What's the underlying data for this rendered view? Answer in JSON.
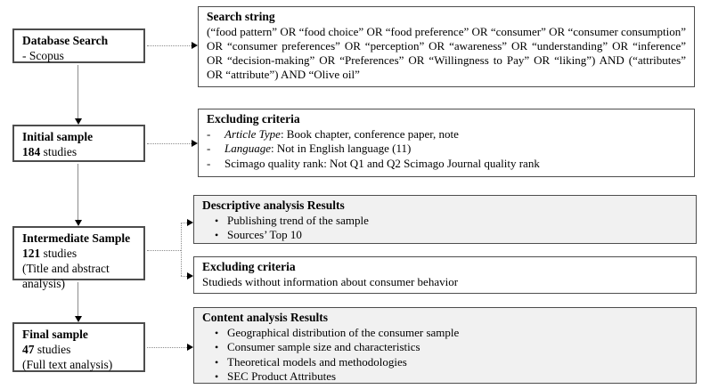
{
  "icons": {
    "bullet": "•",
    "dash": "-"
  },
  "colors": {
    "box_border": "#4d4d4d",
    "gray_fill": "#f1f1f1",
    "white_fill": "#ffffff",
    "connector": "#8c8c8c",
    "arrow": "#000000"
  },
  "left_column": {
    "database_search": {
      "title": "Database Search",
      "line2": "- Scopus"
    },
    "initial_sample": {
      "title": "Initial sample",
      "count": "184",
      "suffix": " studies"
    },
    "intermediate_sample": {
      "title": "Intermediate Sample",
      "count": "121",
      "suffix": " studies",
      "line3": "(Title and abstract analysis)"
    },
    "final_sample": {
      "title": "Final sample",
      "count": "47",
      "suffix": " studies",
      "line3": "(Full text analysis)"
    }
  },
  "right_column": {
    "search_string": {
      "title": "Search string",
      "body": "(“food pattern” OR “food choice” OR “food preference” OR “consumer” OR “consumer consumption” OR “consumer preferences” OR “perception” OR “awareness” OR “understanding” OR “inference” OR “decision-making” OR “Preferences” OR “Willingness to Pay” OR “liking”) AND (“attributes” OR “attribute”) AND “Olive oil”"
    },
    "excluding_criteria_1": {
      "title": "Excluding criteria",
      "items": [
        {
          "italic": "Article Type",
          "text": ": Book chapter, conference paper, note"
        },
        {
          "italic": "Language",
          "text": ": Not in English language (11)"
        },
        {
          "italic": "",
          "text": "Scimago quality rank: Not Q1 and Q2 Scimago Journal quality rank"
        }
      ]
    },
    "descriptive_results": {
      "title": "Descriptive analysis Results",
      "items": [
        {
          "text": "Publishing trend of the sample"
        },
        {
          "text": "Sources’ Top 10"
        }
      ]
    },
    "excluding_criteria_2": {
      "title": "Excluding criteria",
      "body": "Studieds without information about consumer behavior"
    },
    "content_results": {
      "title": "Content analysis Results",
      "items": [
        {
          "text": "Geographical distribution of the consumer sample"
        },
        {
          "text": "Consumer sample size and characteristics"
        },
        {
          "text": "Theoretical models and methodologies"
        },
        {
          "text": "SEC Product Attributes"
        }
      ]
    }
  }
}
